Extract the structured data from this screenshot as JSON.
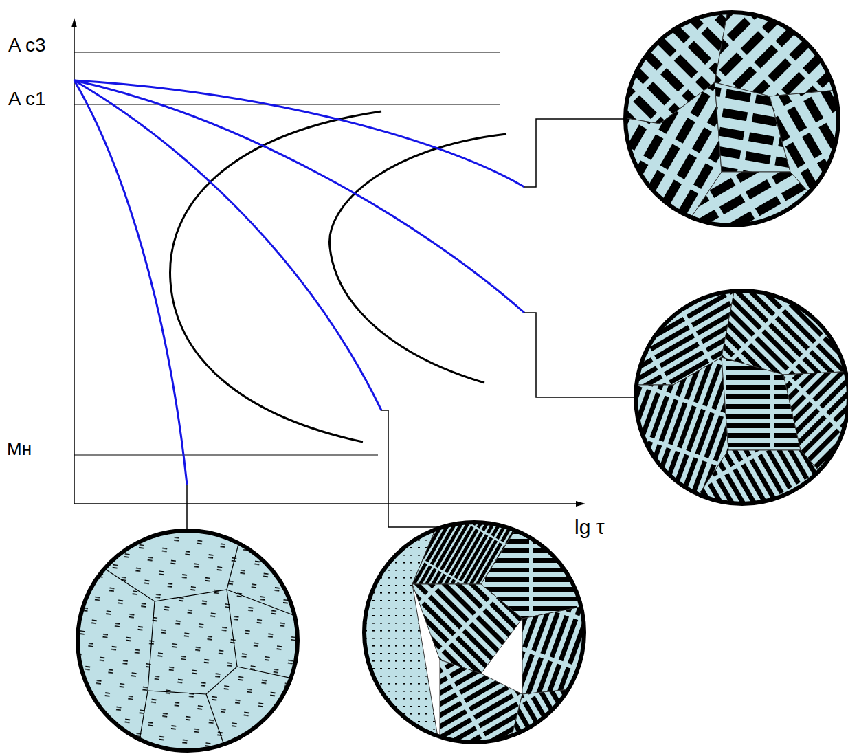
{
  "diagram": {
    "labels": [
      "A c3",
      "A c1",
      "Mн",
      "lg τ"
    ]
  }
}
